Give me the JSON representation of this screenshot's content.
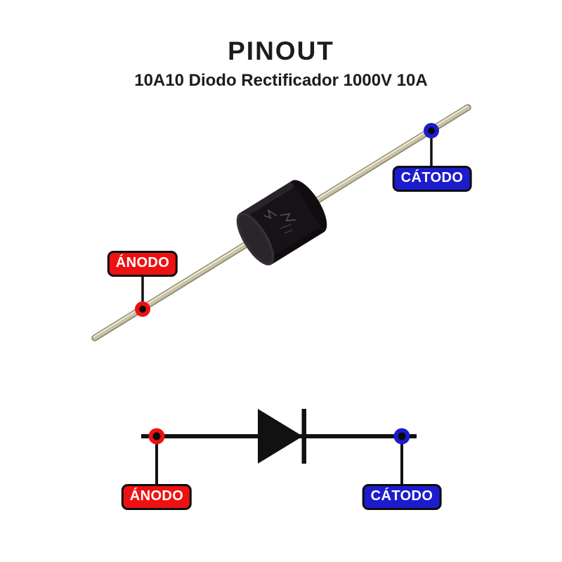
{
  "header": {
    "title": "PINOUT",
    "subtitle": "10A10 Diodo Rectificador 1000V 10A"
  },
  "photo": {
    "anode_label": "ÁNODO",
    "cathode_label": "CÁTODO"
  },
  "schematic": {
    "anode_label": "ÁNODO",
    "cathode_label": "CÁTODO"
  },
  "colors": {
    "anode_red": "#ee1111",
    "cathode_blue": "#1c1ccd",
    "dot_center_black": "#0a0a0a",
    "line_black": "#111111",
    "lead_metal_dark": "#8e8872",
    "lead_metal_mid": "#c9c2a4",
    "lead_metal_highlight": "#eee8d4",
    "body_black": "#171217",
    "body_face_gray": "#352f36",
    "background": "#ffffff"
  }
}
